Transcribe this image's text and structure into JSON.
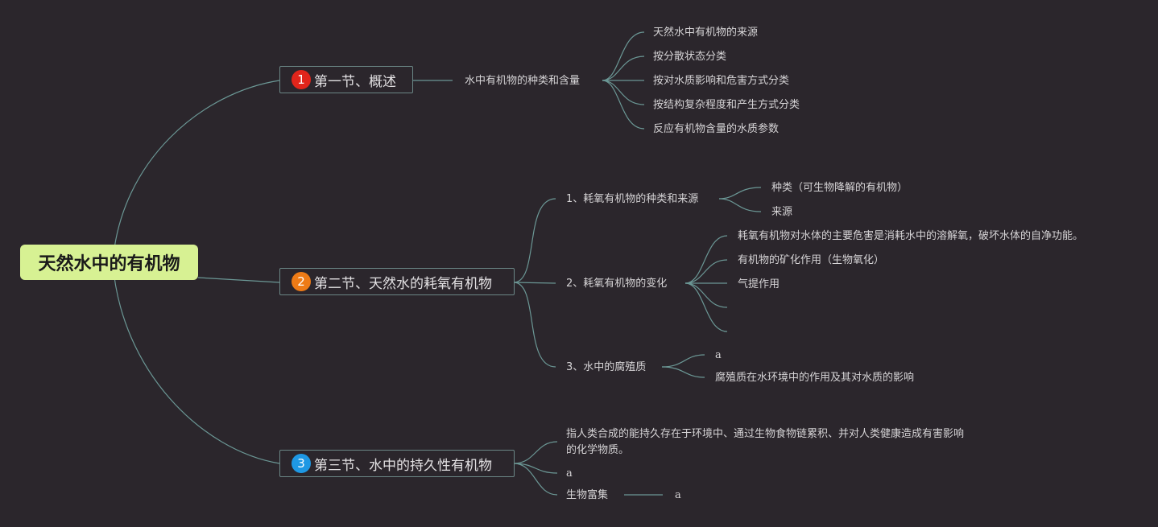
{
  "root": {
    "label": "天然水中的有机物"
  },
  "sections": [
    {
      "number": "1",
      "label": "第一节、概述",
      "badge_color": "#e1251b"
    },
    {
      "number": "2",
      "label": "第二节、天然水的耗氧有机物",
      "badge_color": "#ee7b16"
    },
    {
      "number": "3",
      "label": "第三节、水中的持久性有机物",
      "badge_color": "#1e98e4"
    }
  ],
  "s1": {
    "sub": "水中有机物的种类和含量",
    "leaves": [
      "天然水中有机物的来源",
      "按分散状态分类",
      "按对水质影响和危害方式分类",
      "按结构复杂程度和产生方式分类",
      "反应有机物含量的水质参数"
    ]
  },
  "s2": {
    "sub1": {
      "label": "1、耗氧有机物的种类和来源",
      "leaves": [
        "种类（可生物降解的有机物）",
        "来源"
      ]
    },
    "sub2": {
      "label": "2、耗氧有机物的变化",
      "leaves": [
        "耗氧有机物对水体的主要危害是消耗水中的溶解氧，破坏水体的自净功能。",
        "有机物的矿化作用（生物氧化）",
        "气提作用"
      ]
    },
    "sub3": {
      "label": "3、水中的腐殖质",
      "leaves": [
        "a",
        "腐殖质在水环境中的作用及其对水质的影响"
      ]
    }
  },
  "s3": {
    "leaf1": "指人类合成的能持久存在于环境中、通过生物食物链累积、并对人类健康造成有害影响的化学物质。",
    "leaf2": "a",
    "leaf3": "生物富集",
    "leaf3_child": "a"
  },
  "colors": {
    "background": "#2b262c",
    "line": "#6b9795",
    "root_fill": "#d7f193"
  }
}
